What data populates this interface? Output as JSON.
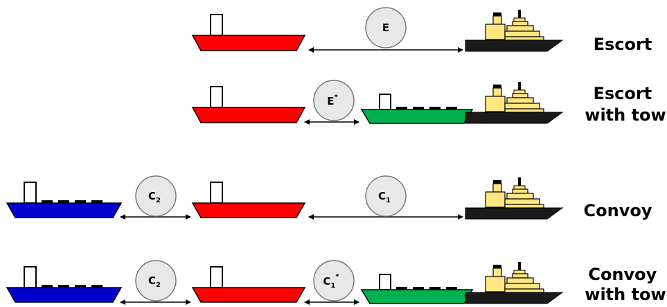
{
  "rows": [
    {
      "label_lines": [
        "Escort"
      ],
      "separations": [
        {
          "text": "E",
          "sub": "",
          "sup": ""
        }
      ]
    },
    {
      "label_lines": [
        "Escort",
        "with tow"
      ],
      "separations": [
        {
          "text": "E",
          "sub": "",
          "sup": "*"
        }
      ]
    },
    {
      "label_lines": [
        "Convoy"
      ],
      "separations": [
        {
          "text": "C",
          "sub": "2",
          "sup": ""
        },
        {
          "text": "C",
          "sub": "1",
          "sup": ""
        }
      ]
    },
    {
      "label_lines": [
        "Convoy",
        "with tow"
      ],
      "separations": [
        {
          "text": "C",
          "sub": "2",
          "sup": ""
        },
        {
          "text": "C",
          "sub": "1",
          "sup": "*"
        }
      ]
    }
  ],
  "colors": {
    "escorted_ship": "#ff0000",
    "convoy_ship": "#0000cc",
    "towed_ship": "#00b050",
    "icebreaker_hull": "#1a1a1a",
    "icebreaker_superstructure": "#ffe680",
    "circle_fill": "#e8e8e8",
    "outline": "#000000"
  },
  "icons": {
    "escorted_ship": "red-ship-icon",
    "convoy_ship": "blue-ship-icon",
    "towed_ship": "green-ship-icon",
    "icebreaker": "icebreaker-icon"
  }
}
